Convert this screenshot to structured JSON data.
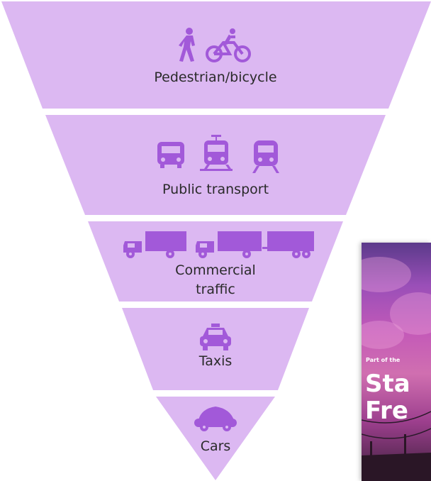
{
  "pyramid": {
    "colors": {
      "tier_fill": "#dcb8f2",
      "icon": "#a259d9",
      "text": "#2a2a2a"
    },
    "tiers": [
      {
        "label": "Pedestrian/bicycle",
        "icons": [
          "pedestrian-icon",
          "bicycle-icon"
        ]
      },
      {
        "label": "Public transport",
        "icons": [
          "bus-icon",
          "tram-icon",
          "train-icon"
        ]
      },
      {
        "label_line1": "Commercial",
        "label_line2": "traffic",
        "icons": [
          "truck-icon",
          "truck-icon",
          "trailer-icon"
        ]
      },
      {
        "label": "Taxis",
        "icons": [
          "taxi-icon"
        ]
      },
      {
        "label": "Cars",
        "icons": [
          "car-icon"
        ]
      }
    ]
  },
  "cover_thumbnail": {
    "kicker": "Part of the",
    "title_line1": "Sta",
    "title_line2": "Fre"
  }
}
